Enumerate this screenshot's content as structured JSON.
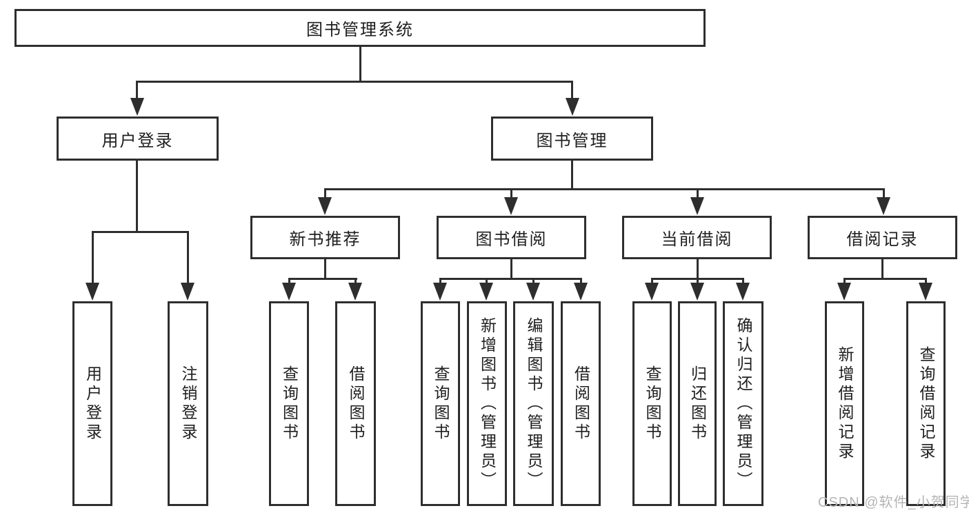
{
  "diagram_title": "图书管理系统",
  "tree": {
    "label": "图书管理系统",
    "children": [
      {
        "label": "用户登录",
        "children": [
          {
            "label": "用户登录"
          },
          {
            "label": "注销登录"
          }
        ]
      },
      {
        "label": "图书管理",
        "children": [
          {
            "label": "新书推荐",
            "children": [
              {
                "label": "查询图书"
              },
              {
                "label": "借阅图书"
              }
            ]
          },
          {
            "label": "图书借阅",
            "children": [
              {
                "label": "查询图书"
              },
              {
                "label": "新增图书（管理员）"
              },
              {
                "label": "编辑图书（管理员）"
              },
              {
                "label": "借阅图书"
              }
            ]
          },
          {
            "label": "当前借阅",
            "children": [
              {
                "label": "查询图书"
              },
              {
                "label": "归还图书"
              },
              {
                "label": "确认归还（管理员）"
              }
            ]
          },
          {
            "label": "借阅记录",
            "children": [
              {
                "label": "新增借阅记录"
              },
              {
                "label": "查询借阅记录"
              }
            ]
          }
        ]
      }
    ]
  },
  "watermark": {
    "text": "CSDN @软件_小贺同学"
  },
  "colors": {
    "line": "#2e2e2e",
    "box_fill": "#ffffff",
    "text": "#1e1e1e",
    "watermark": "#b4b4b4"
  }
}
